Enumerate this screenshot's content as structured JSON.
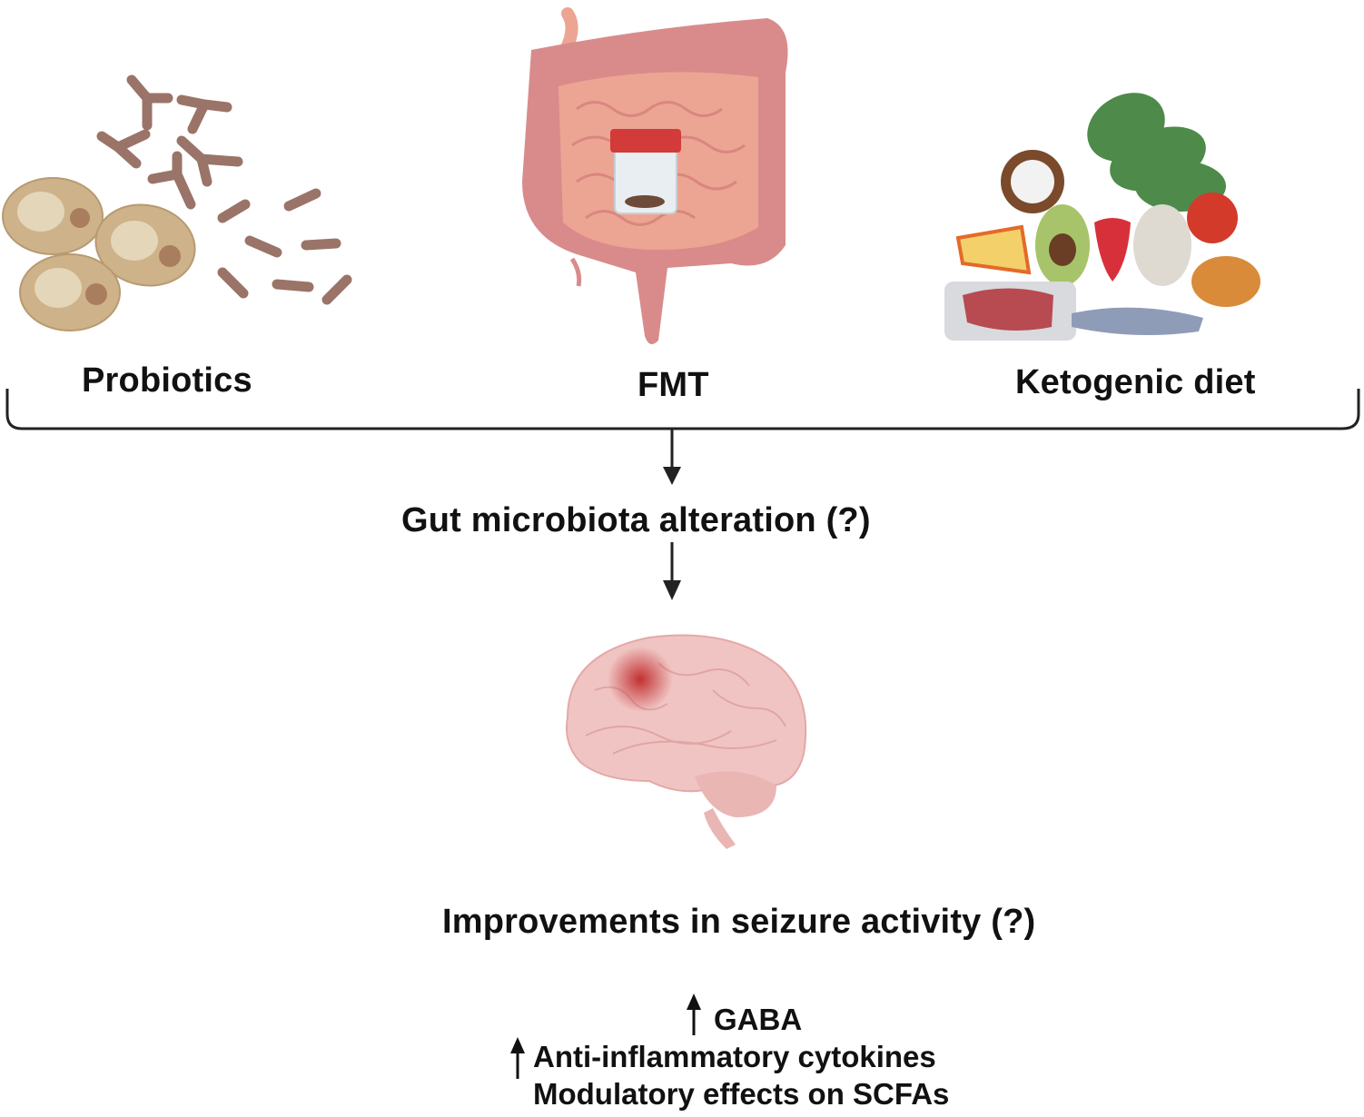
{
  "figure": {
    "interventions": [
      {
        "id": "probiotics",
        "label": "Probiotics",
        "icon": "probiotics-bacteria-icon"
      },
      {
        "id": "fmt",
        "label": "FMT",
        "icon": "intestine-stool-sample-icon"
      },
      {
        "id": "ketogenic",
        "label": "Ketogenic diet",
        "icon": "keto-food-icon"
      }
    ],
    "step1": {
      "label": "Gut microbiota alteration (?)"
    },
    "brain": {
      "icon": "brain-seizure-focus-icon"
    },
    "outcome": {
      "label": "Improvements in seizure activity (?)"
    },
    "effects": [
      {
        "arrow": "up",
        "label": "GABA"
      },
      {
        "arrow": "up",
        "label": "Anti-inflammatory cytokines"
      },
      {
        "arrow": "none",
        "label": "Modulatory effects on SCFAs"
      }
    ],
    "colors": {
      "bacteria": "#9a7468",
      "yeast": "#cdb28a",
      "intestine": "#d98b8b",
      "small_intestine": "#eca593",
      "jar_lid": "#d33a3a",
      "brain": "#f0c4c2",
      "seizure_focus": "#c0282a",
      "text": "#111111"
    }
  }
}
